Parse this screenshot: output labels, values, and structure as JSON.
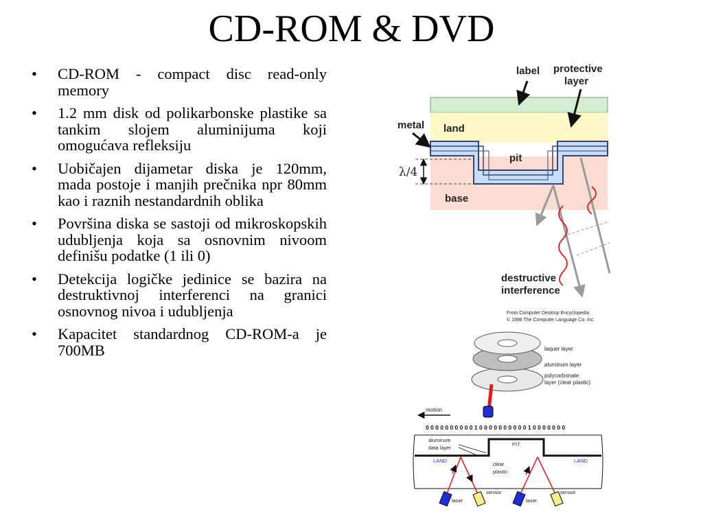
{
  "slide": {
    "title": "CD-ROM & DVD",
    "bullets": [
      "CD-ROM - compact disc read-only memory",
      "1.2 mm disk od polikarbonske plastike sa tankim slojem aluminijuma koji omogućava refleksiju",
      "Uobičajen dijametar diska je 120mm, mada postoje i manjih prečnika npr 80mm kao i raznih nestandardnih oblika",
      "Površina diska se sastoji od mikroskopskih udubljenja koja sa osnovnim nivoom definišu podatke (1 ili 0)",
      "Detekcija logičke jedinice se bazira na destruktivnoj interferenci na granici osnovnog nivoa i udubljenja",
      "Kapacitet standardnog CD-ROM-a je 700MB"
    ]
  },
  "figure_top": {
    "label": "label",
    "protective_layer_line1": "protective",
    "protective_layer_line2": "layer",
    "metal": "metal",
    "land": "land",
    "pit": "pit",
    "lambda": "λ/4",
    "base": "base",
    "destructive_line1": "destructive",
    "destructive_line2": "interference",
    "credit_line1": "From Computer Desktop Encyclopedia",
    "credit_line2": "© 1998 The Computer Language Co. Inc."
  },
  "figure_bottom": {
    "laquer_layer": "laquer layer",
    "aluminum_layer": "aluminum layer",
    "polycarbonate_line1": "polycarbonate",
    "polycarbonate_line2": "layer (clear plastic)",
    "motion": "motion",
    "bits": "0 0 0 0 0 0 0 0 0 0 1 0 0 0 0 0 0 0 0 0 0 1 0 0 0 0 0 0 0",
    "aluminum_line1": "aluminum",
    "aluminum_line2": "data layer",
    "pit": "PIT",
    "land_left": "LAND",
    "land_right": "LAND",
    "clear_line1": "clear",
    "clear_line2": "plastic",
    "sensor_left": "sensor",
    "sensor_right": "sensor",
    "laser_left": "laser",
    "laser_right": "laser"
  },
  "colors": {
    "label_layer": "#d3efd3",
    "land_layer": "#fdf8c5",
    "metal_layer": "#c8dcfb",
    "base_layer": "#fbdcd2",
    "laser": "#1e2fd6",
    "sensor": "#f6ee88",
    "beam": "#e21b1b"
  }
}
